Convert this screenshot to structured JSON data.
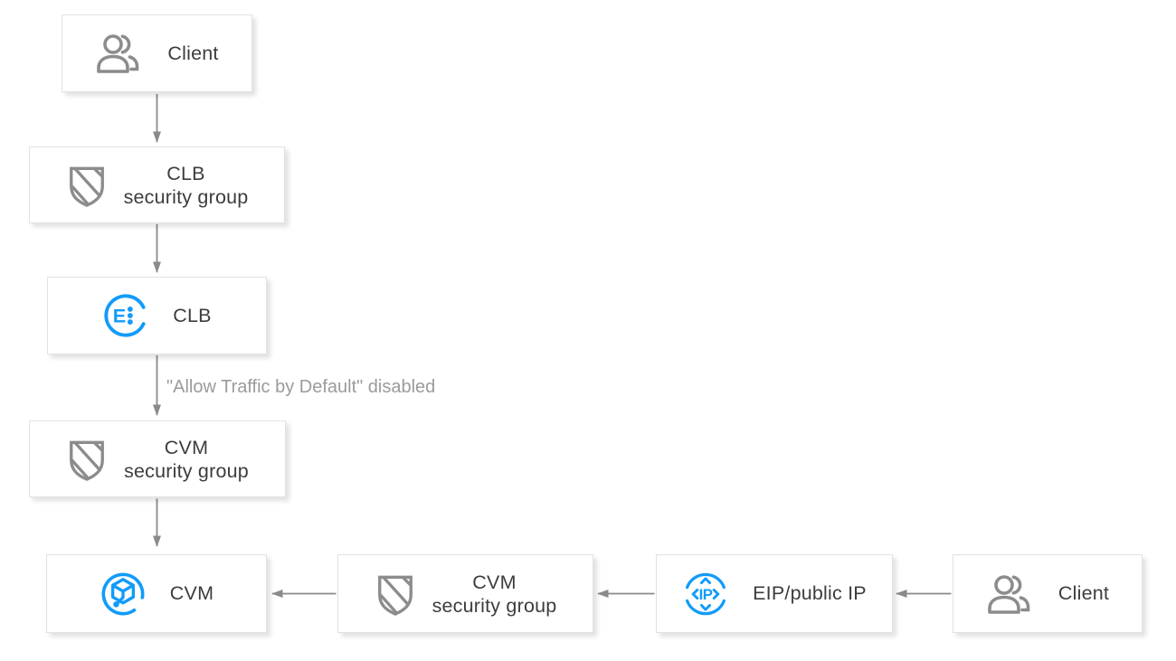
{
  "colors": {
    "accent_blue": "#129bfa",
    "icon_gray": "#8c8c8c",
    "arrow_gray": "#8a8a8a",
    "label_text": "#3d3d3d",
    "annotation_text": "#9b9b9b",
    "box_border": "#e2e2e2"
  },
  "nodes": {
    "client_top": {
      "label": "Client",
      "icon": "client-icon"
    },
    "clb_security_group": {
      "line1": "CLB",
      "line2": "security group",
      "icon": "security-shield-icon"
    },
    "clb": {
      "label": "CLB",
      "icon": "clb-load-balancer-icon"
    },
    "cvm_security_group_left": {
      "line1": "CVM",
      "line2": "security group",
      "icon": "security-shield-icon"
    },
    "cvm": {
      "label": "CVM",
      "icon": "cvm-server-icon"
    },
    "cvm_security_group_bottom": {
      "line1": "CVM",
      "line2": "security group",
      "icon": "security-shield-icon"
    },
    "eip": {
      "label": "EIP/public IP",
      "icon": "eip-icon"
    },
    "client_bottom": {
      "label": "Client",
      "icon": "client-icon"
    }
  },
  "icon_glyphs": {
    "clb_letter": "E",
    "eip_label": "IP"
  },
  "annotation": {
    "text": "\"Allow Traffic by Default\" disabled"
  },
  "edges": [
    {
      "from": "client_top",
      "to": "clb_security_group",
      "direction": "down"
    },
    {
      "from": "clb_security_group",
      "to": "clb",
      "direction": "down"
    },
    {
      "from": "clb",
      "to": "cvm_security_group_left",
      "direction": "down",
      "label": "\"Allow Traffic by Default\" disabled"
    },
    {
      "from": "cvm_security_group_left",
      "to": "cvm",
      "direction": "down"
    },
    {
      "from": "cvm_security_group_bottom",
      "to": "cvm",
      "direction": "left"
    },
    {
      "from": "eip",
      "to": "cvm_security_group_bottom",
      "direction": "left"
    },
    {
      "from": "client_bottom",
      "to": "eip",
      "direction": "left"
    }
  ]
}
